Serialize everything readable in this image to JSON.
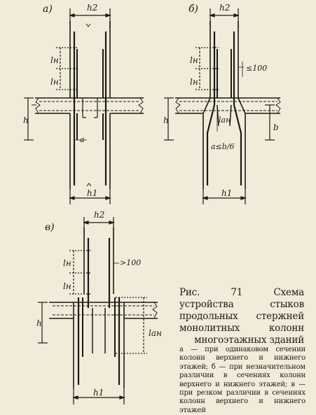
{
  "panels": {
    "a": {
      "label": "а)"
    },
    "b": {
      "label": "б)"
    },
    "v": {
      "label": "в)"
    }
  },
  "labels": {
    "h2": "h2",
    "h1": "h1",
    "h": "h",
    "ln": "lн",
    "lan": "lан",
    "a": "a",
    "b": "b",
    "le100": "≤100",
    "gt100": ">100",
    "a_le_b6": "a≤b/6"
  },
  "caption": {
    "title": "Рис. 71 Схема устройства стыков продольных стержней монолитных колонн многоэтажных зданий",
    "body": "а — при одинаковом сечении колонн верхнего и нижнего этажей; б — при незначительном различии в сечениях колонн верхнего и нижнего этажей; в — при резком различии в сечениях колонн верхнего и нижнего этажей"
  }
}
